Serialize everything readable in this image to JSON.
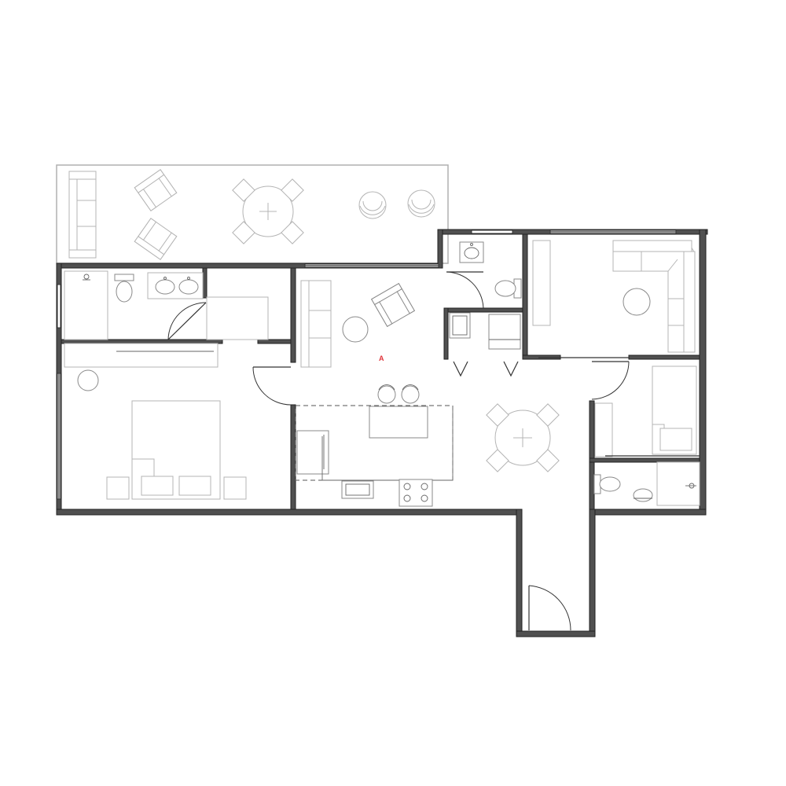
{
  "plan": {
    "unit_marker": {
      "label": "A",
      "color": "#e0353b"
    },
    "colors": {
      "wall": "#505050",
      "fixture_stroke": "#8a8a8a",
      "terrace_stroke": "#b0b0b0",
      "background": "#ffffff"
    },
    "rooms": [
      "terrace",
      "master-bathroom",
      "master-bedroom",
      "living-room",
      "kitchen",
      "laundry",
      "powder-room",
      "den",
      "dining-area",
      "second-bedroom",
      "second-bathroom",
      "entry-corridor"
    ]
  }
}
